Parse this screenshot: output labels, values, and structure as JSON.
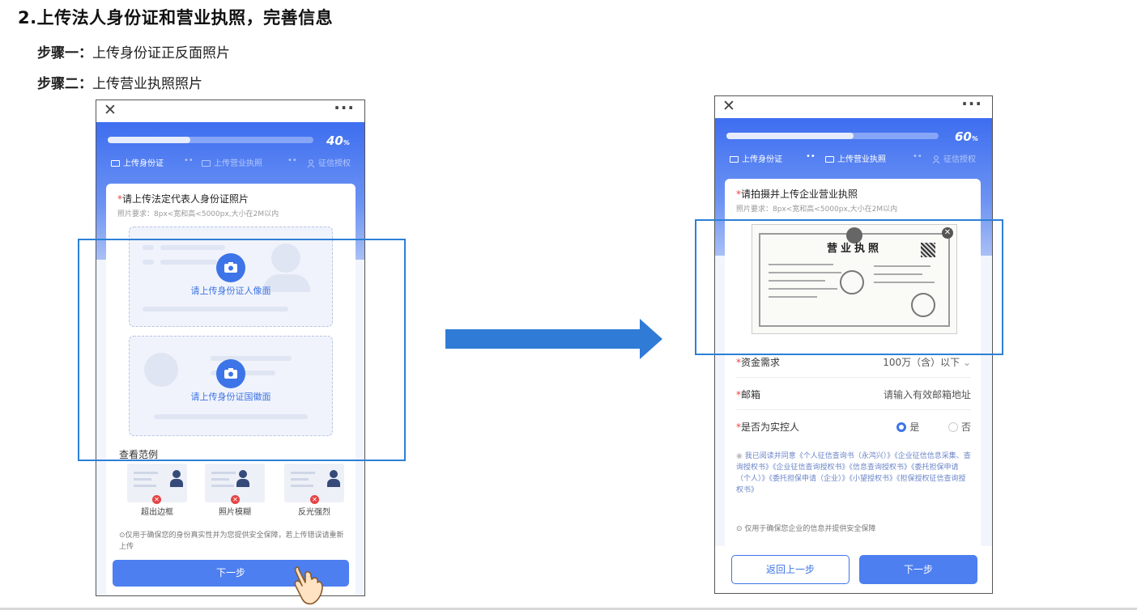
{
  "heading": "2.上传法人身份证和营业执照，完善信息",
  "steps": [
    {
      "label": "步骤一：",
      "text": "上传身份证正反面照片"
    },
    {
      "label": "步骤二：",
      "text": "上传营业执照照片"
    }
  ],
  "phone1": {
    "close": "✕",
    "more": "···",
    "progress_percent": 40,
    "progress_label": "40",
    "percent_sign": "%",
    "step_tabs": [
      "上传身份证",
      "上传营业执照",
      "征信授权"
    ],
    "step_sep": "••",
    "card_title_required": "*",
    "card_title": "请上传法定代表人身份证照片",
    "card_sub": "照片要求：8px<宽和高<5000px,大小在2M以内",
    "upload_front": "请上传身份证人像面",
    "upload_back": "请上传身份证国徽面",
    "example_title": "查看范例",
    "examples": [
      "超出边框",
      "照片模糊",
      "反光强烈"
    ],
    "note": "仅用于确保您的身份真实性并为您提供安全保障，若上传错误请重新上传",
    "next_button": "下一步"
  },
  "phone2": {
    "close": "✕",
    "more": "···",
    "progress_percent": 60,
    "progress_label": "60",
    "percent_sign": "%",
    "step_tabs": [
      "上传身份证",
      "上传营业执照",
      "征信授权"
    ],
    "step_sep": "••",
    "card_title_required": "*",
    "card_title": "请拍摄并上传企业营业执照",
    "card_sub": "照片要求：8px<宽和高<5000px,大小在2M以内",
    "license_title": "营业执照",
    "form": {
      "funding_label": "资金需求",
      "funding_value": "100万（含）以下",
      "email_label": "邮箱",
      "email_placeholder": "请输入有效邮箱地址",
      "controller_label": "是否为实控人",
      "yes": "是",
      "no": "否"
    },
    "agreement": "我已阅读并同意《个人征信查询书（永鸿兴）》《企业征信信息采集、查询授权书》《企业征信查询授权书》《信息查询授权书》《委托担保申请（个人）》《委托担保申请（企业）》《小望授权书》《担保授权征信查询授权书》",
    "security_note": "仅用于确保您企业的信息并提供安全保障",
    "back_button": "返回上一步",
    "next_button": "下一步"
  },
  "colors": {
    "primary": "#4d7ff0",
    "highlight": "#2d80d6",
    "arrow": "#2f7bd6",
    "required": "#e54545"
  }
}
